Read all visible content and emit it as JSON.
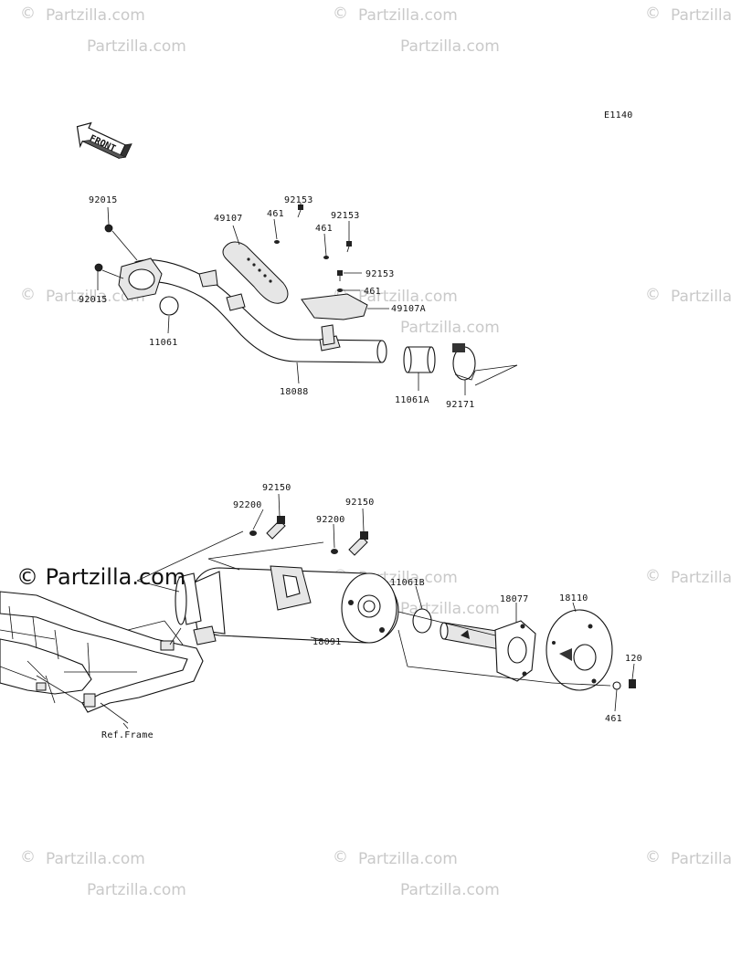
{
  "diagram_code": "E1140",
  "front_arrow_label": "FRONT",
  "watermark": "© Partzilla.com",
  "watermark_text": "Partzilla.com",
  "watermark_large": "© Partzilla.com",
  "ref_frame_label": "Ref.Frame",
  "parts": {
    "p92015_top": "92015",
    "p92015_bottom": "92015",
    "p11061": "11061",
    "p49107": "49107",
    "p461_a": "461",
    "p92153_a": "92153",
    "p461_b": "461",
    "p92153_b": "92153",
    "p92153_c": "92153",
    "p461_c": "461",
    "p49107A": "49107A",
    "p18088": "18088",
    "p11061A": "11061A",
    "p92171": "92171",
    "p92150_a": "92150",
    "p92200_a": "92200",
    "p92150_b": "92150",
    "p92200_b": "92200",
    "p11061B": "11061B",
    "p18091": "18091",
    "p18077": "18077",
    "p18110": "18110",
    "p120": "120",
    "p461_d": "461"
  }
}
